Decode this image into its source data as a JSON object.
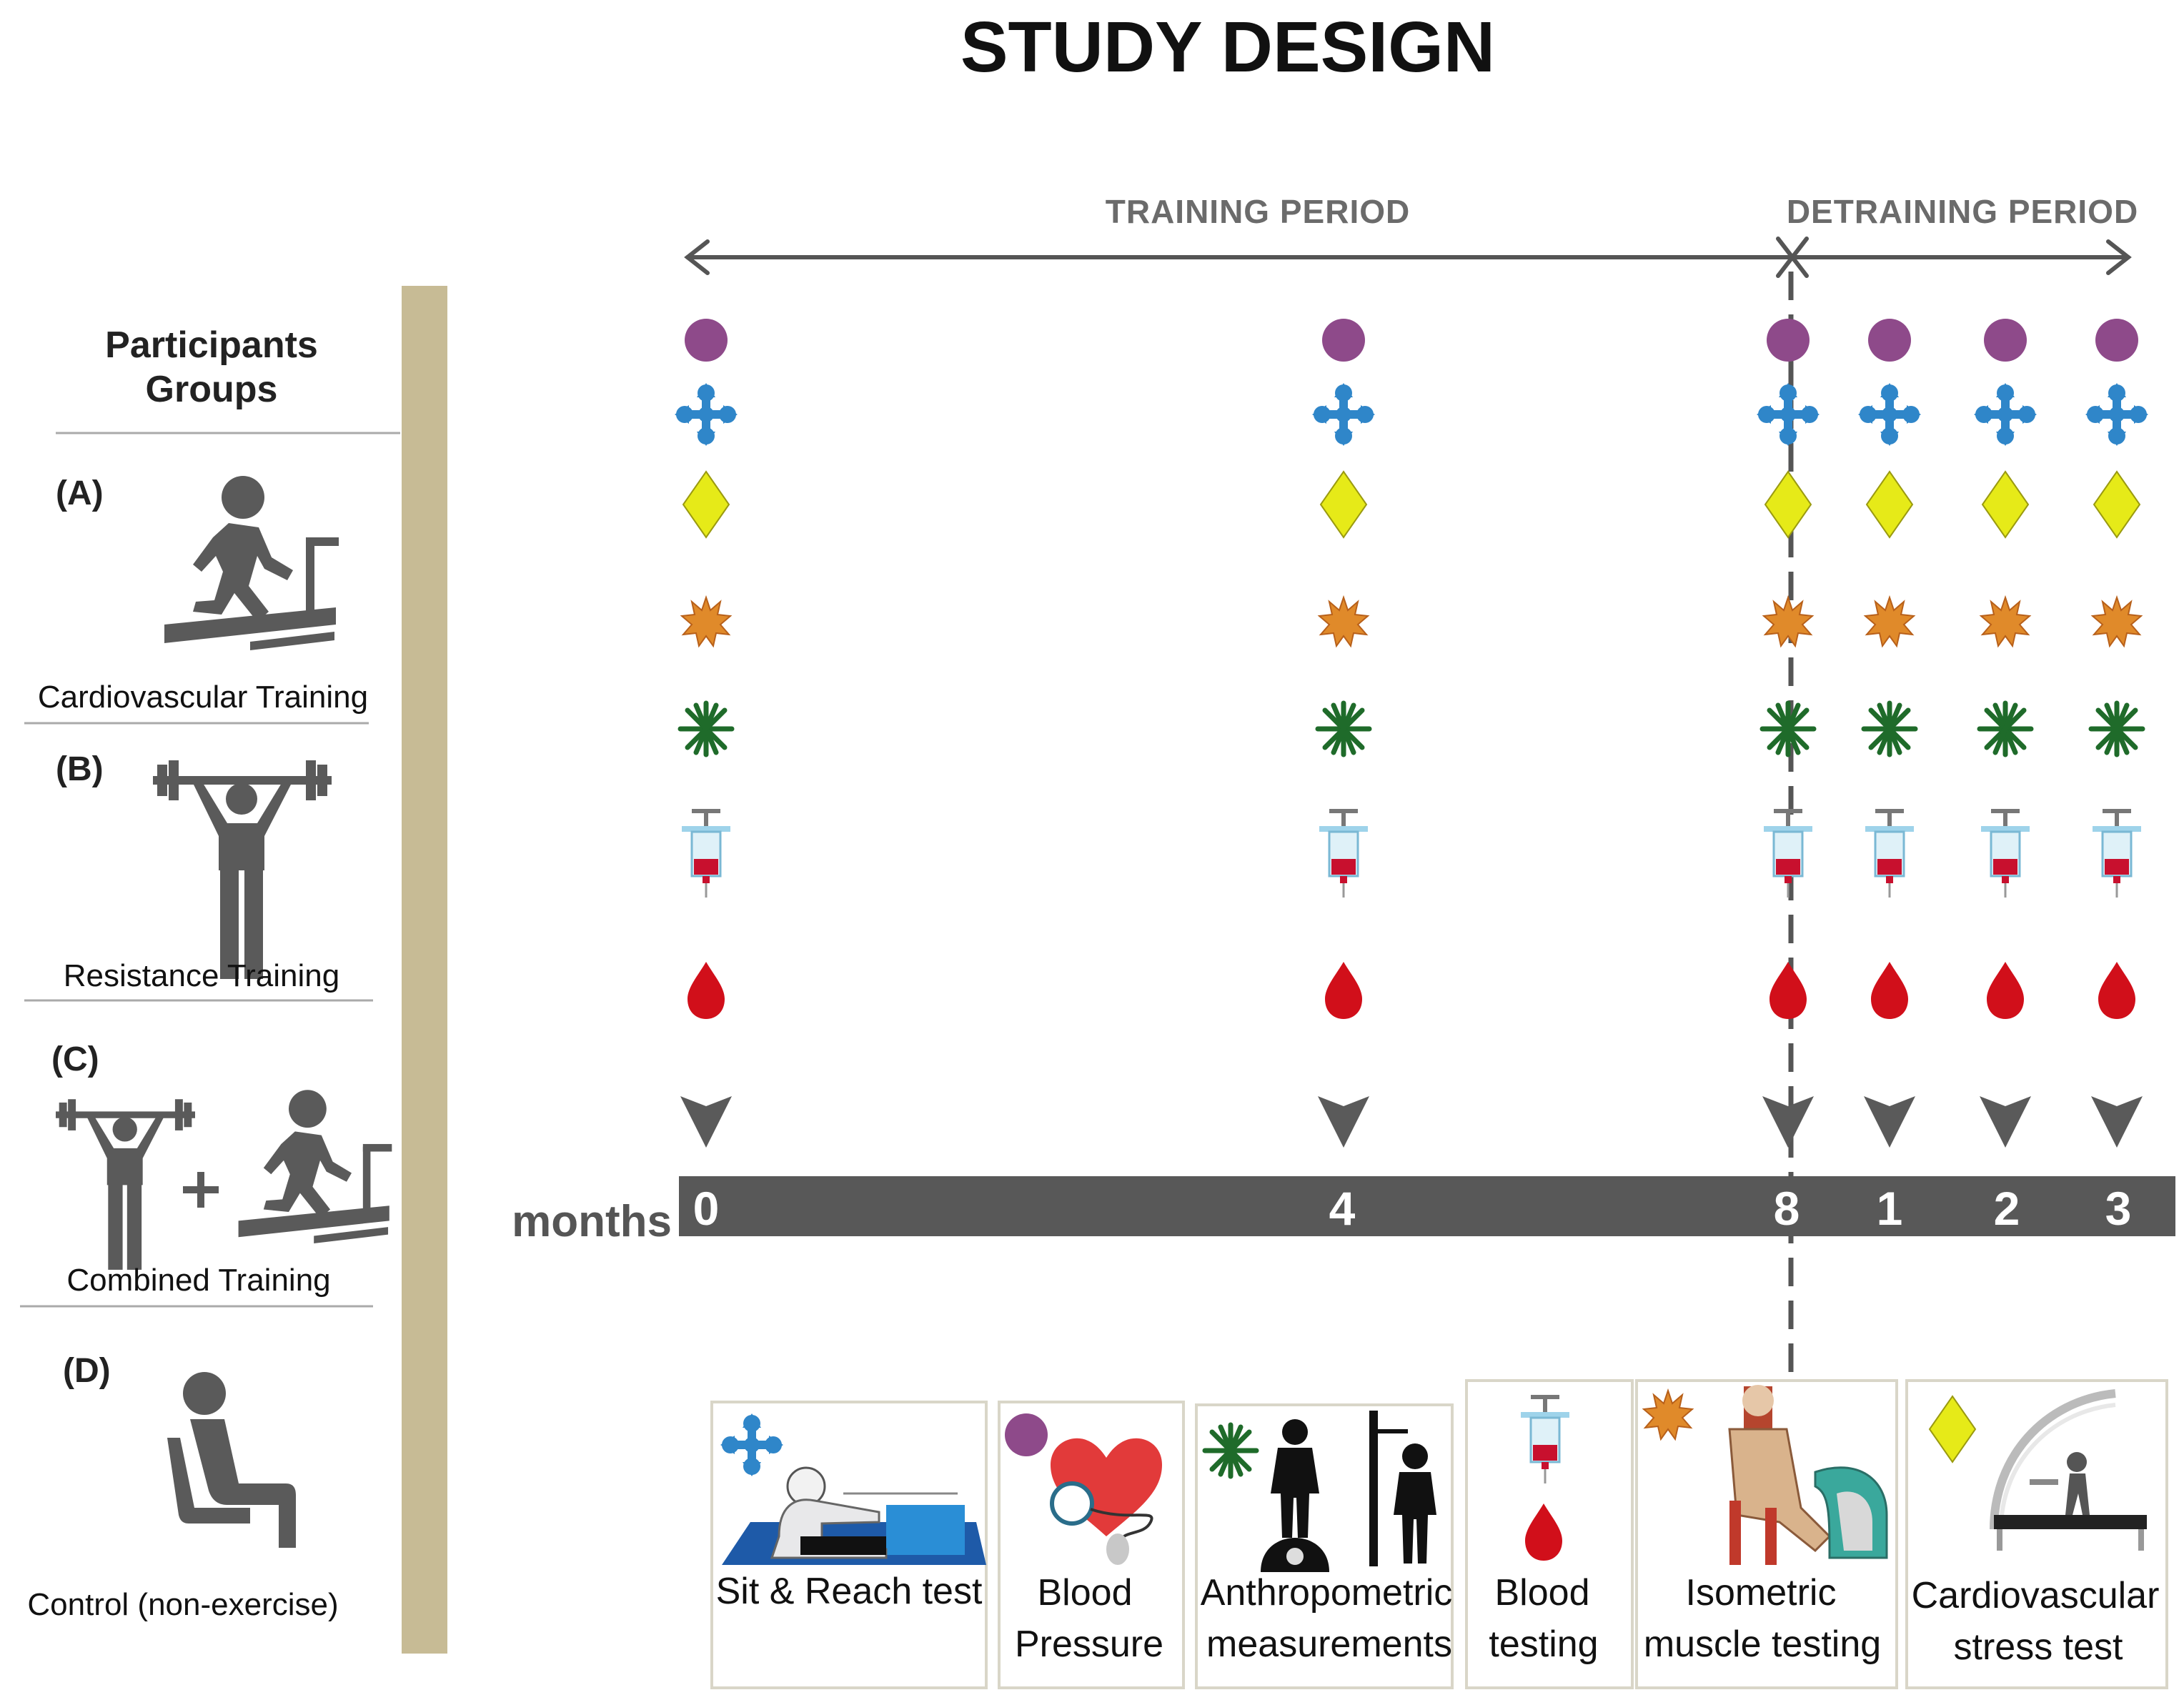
{
  "title": "STUDY DESIGN",
  "periods": {
    "training": "TRAINING PERIOD",
    "detraining": "DETRAINING PERIOD"
  },
  "participants": {
    "heading_line1": "Participants",
    "heading_line2": "Groups",
    "groups": [
      {
        "letter": "(A)",
        "label": "Cardiovascular Training",
        "icon": "treadmill-runner-icon"
      },
      {
        "letter": "(B)",
        "label": "Resistance Training",
        "icon": "weightlifter-icon"
      },
      {
        "letter": "(C)",
        "label": "Combined Training",
        "icon": "weightlifter-plus-treadmill-icon"
      },
      {
        "letter": "(D)",
        "label": "Control (non-exercise)",
        "icon": "seated-person-icon"
      }
    ]
  },
  "timeline": {
    "axis_label": "months",
    "ticks": [
      "0",
      "4",
      "8",
      "1",
      "2",
      "3"
    ]
  },
  "measurement_rows": [
    {
      "name": "blood-pressure",
      "icon": "purple-circle-icon",
      "color": "#8e4a8a"
    },
    {
      "name": "sit-and-reach",
      "icon": "blue-cross-icon",
      "color": "#2f86c9"
    },
    {
      "name": "cardiovascular-stress",
      "icon": "yellow-diamond-icon",
      "color": "#e6ea18"
    },
    {
      "name": "isometric-muscle",
      "icon": "orange-burst-icon",
      "color": "#e08a2a"
    },
    {
      "name": "anthropometric",
      "icon": "green-star-icon",
      "color": "#1f6b2a"
    },
    {
      "name": "blood-testing-syringe",
      "icon": "syringe-icon",
      "color": "#c8102e"
    },
    {
      "name": "blood-testing-drop",
      "icon": "blood-drop-icon",
      "color": "#d10f1a"
    }
  ],
  "cards": [
    {
      "line1": "Sit & Reach test",
      "line2": "",
      "icon": "blue-cross-icon"
    },
    {
      "line1": "Blood",
      "line2": "Pressure",
      "icon": "purple-circle-icon"
    },
    {
      "line1": "Anthropometric",
      "line2": "measurements",
      "icon": "green-star-icon"
    },
    {
      "line1": "Blood",
      "line2": "testing",
      "icon": "syringe-icon"
    },
    {
      "line1": "Isometric",
      "line2": "muscle testing",
      "icon": "orange-burst-icon"
    },
    {
      "line1": "Cardiovascular",
      "line2": "stress test",
      "icon": "yellow-diamond-icon"
    }
  ],
  "colors": {
    "axis": "#555555",
    "timeline_bar": "#585858",
    "sidebar_bar": "#c7bb95"
  }
}
